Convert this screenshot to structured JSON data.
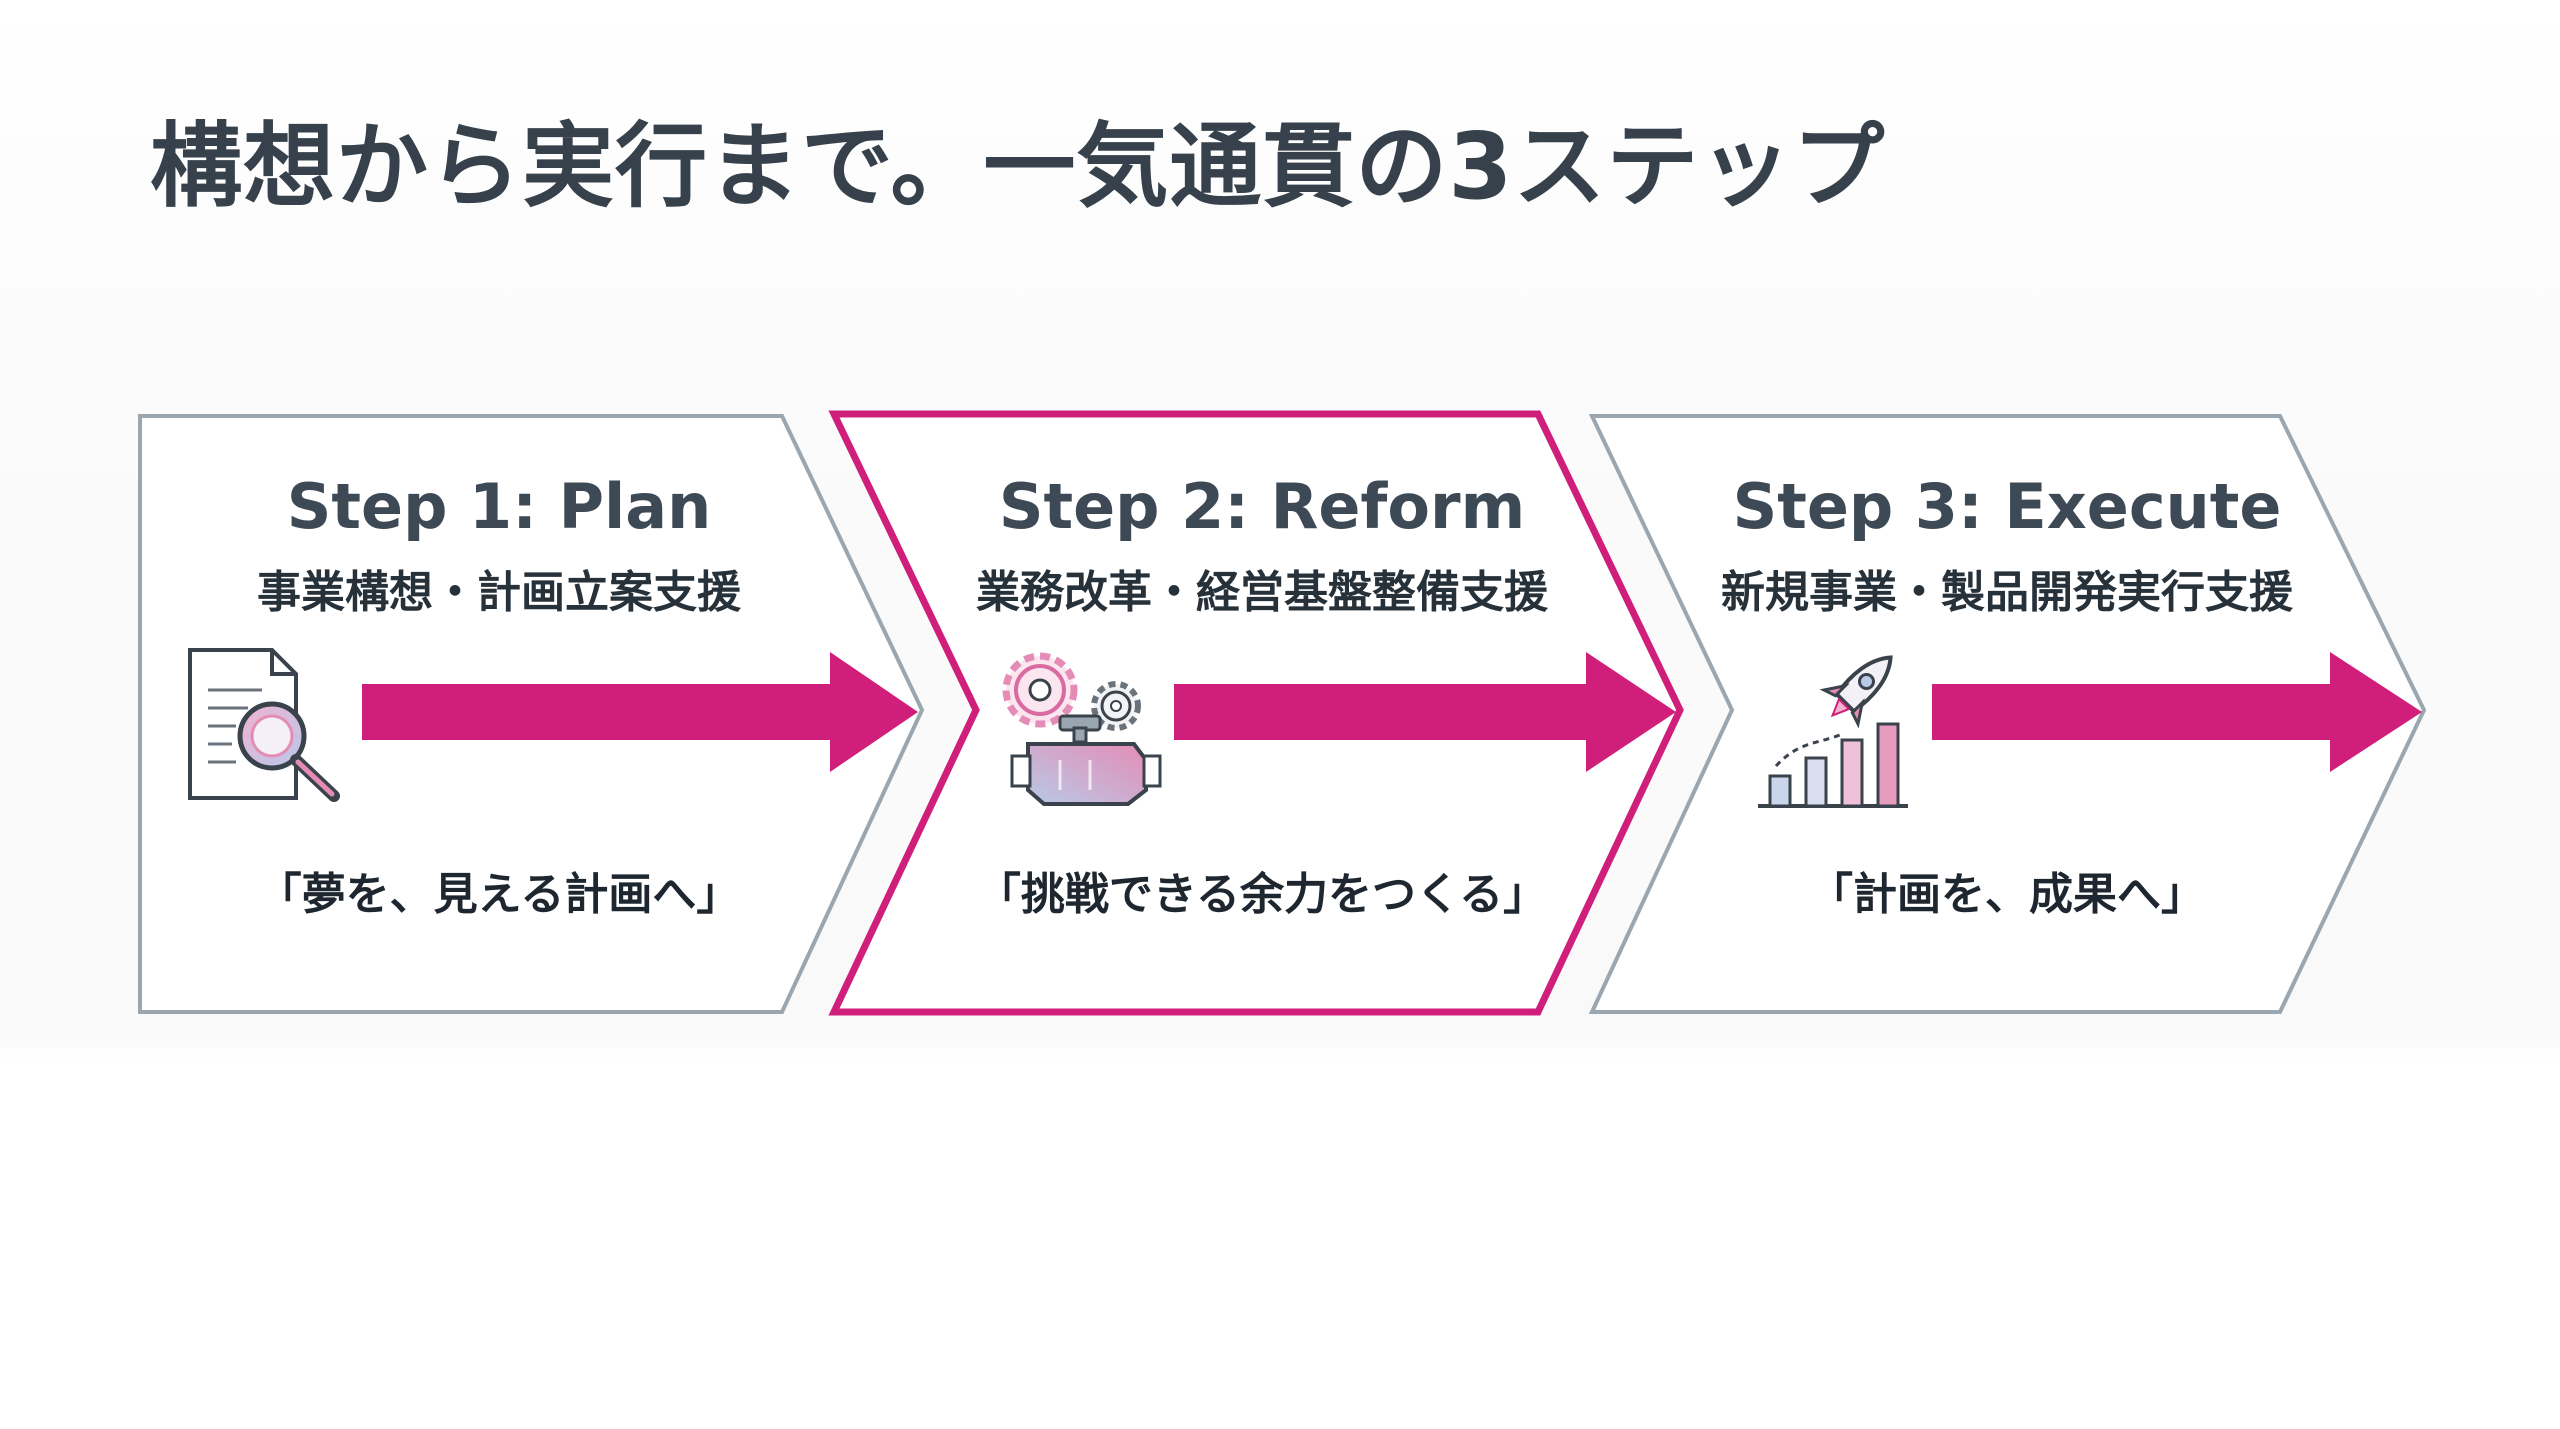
{
  "title": "構想から実行まで。一気通貫の3ステップ",
  "colors": {
    "accent": "#d01f7a",
    "frame": "#9aa6b0",
    "text_dark": "#36414b",
    "icon_pink": "#e79bbf",
    "icon_blue": "#b9c9e6"
  },
  "steps": [
    {
      "heading": "Step 1: Plan",
      "subtitle": "事業構想・計画立案支援",
      "quote": "「夢を、見える計画へ」",
      "icon": "document-magnifier-icon",
      "highlighted": false
    },
    {
      "heading": "Step 2: Reform",
      "subtitle": "業務改革・経営基盤整備支援",
      "quote": "「挑戦できる余力をつくる」",
      "icon": "gears-engine-icon",
      "highlighted": true
    },
    {
      "heading": "Step 3: Execute",
      "subtitle": "新規事業・製品開発実行支援",
      "quote": "「計画を、成果へ」",
      "icon": "rocket-growth-chart-icon",
      "highlighted": false
    }
  ]
}
